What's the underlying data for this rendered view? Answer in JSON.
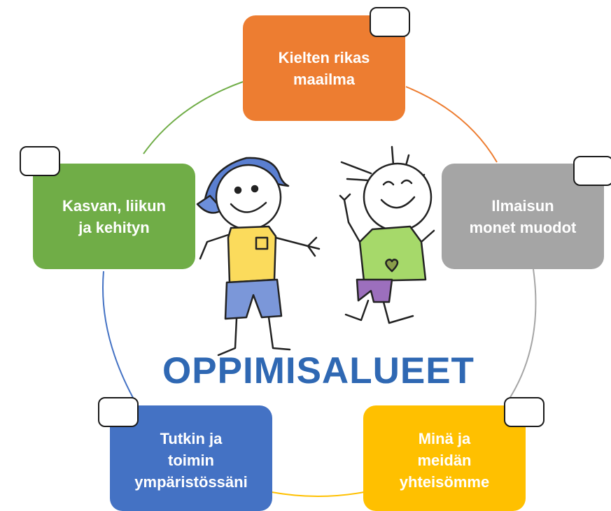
{
  "title": "OPPIMISALUEET",
  "areas": [
    {
      "label": "Kielten rikas\nmaailma",
      "color": "#ed7d31",
      "icon": "empty-label-box"
    },
    {
      "label": "Ilmaisun\nmonet muodot",
      "color": "#a5a5a5",
      "icon": "empty-label-box"
    },
    {
      "label": "Minä ja\nmeidän\nyhteisömme",
      "color": "#ffc000",
      "icon": "empty-label-box"
    },
    {
      "label": "Tutkin ja\ntoimin\nympäristössäni",
      "color": "#4472c4",
      "icon": "empty-label-box"
    },
    {
      "label": "Kasvan, liikun\nja kehityn",
      "color": "#70ad47",
      "icon": "empty-label-box"
    }
  ],
  "illustration": {
    "left": "boy-with-cap",
    "right": "girl-jumping"
  }
}
